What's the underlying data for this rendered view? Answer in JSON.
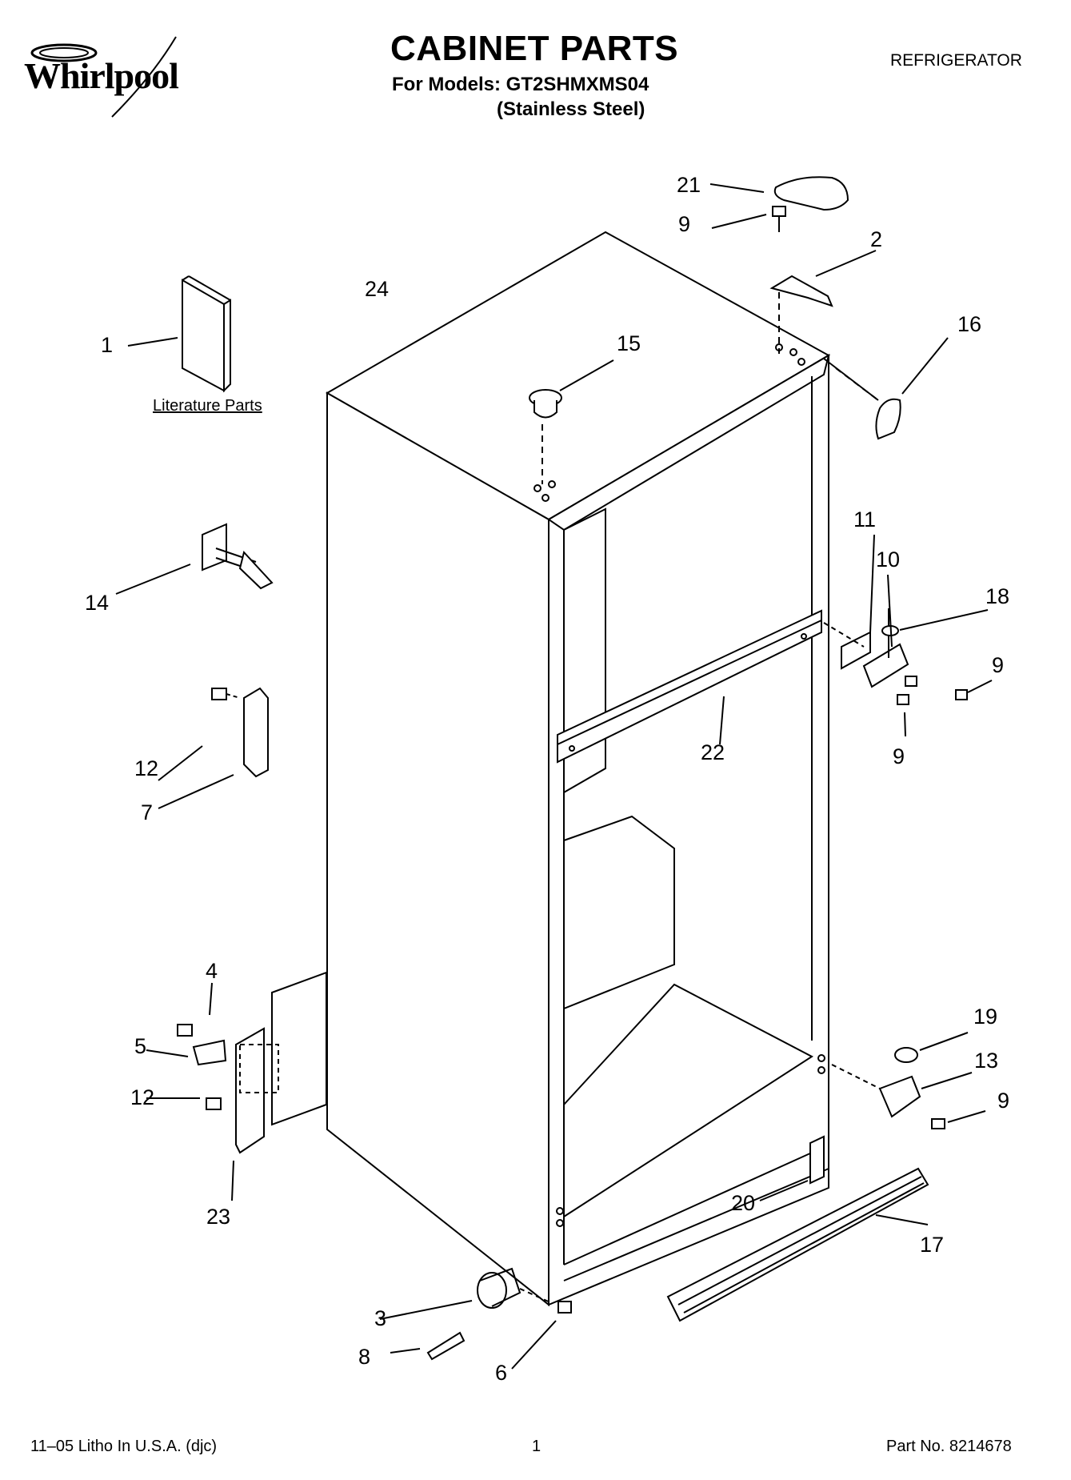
{
  "header": {
    "brand": "Whirlpool",
    "title": "CABINET PARTS",
    "models_line": "For Models: GT2SHMXMS04",
    "variant": "(Stainless Steel)",
    "category": "REFRIGERATOR"
  },
  "labels": {
    "literature_parts": "Literature Parts"
  },
  "callouts": [
    "1",
    "2",
    "3",
    "4",
    "5",
    "6",
    "7",
    "8",
    "9",
    "9",
    "9",
    "9",
    "10",
    "11",
    "12",
    "12",
    "13",
    "14",
    "15",
    "16",
    "17",
    "18",
    "19",
    "20",
    "21",
    "22",
    "23",
    "24"
  ],
  "footer": {
    "left": "11–05 Litho In U.S.A. (djc)",
    "center": "1",
    "right": "Part No. 8214678"
  }
}
